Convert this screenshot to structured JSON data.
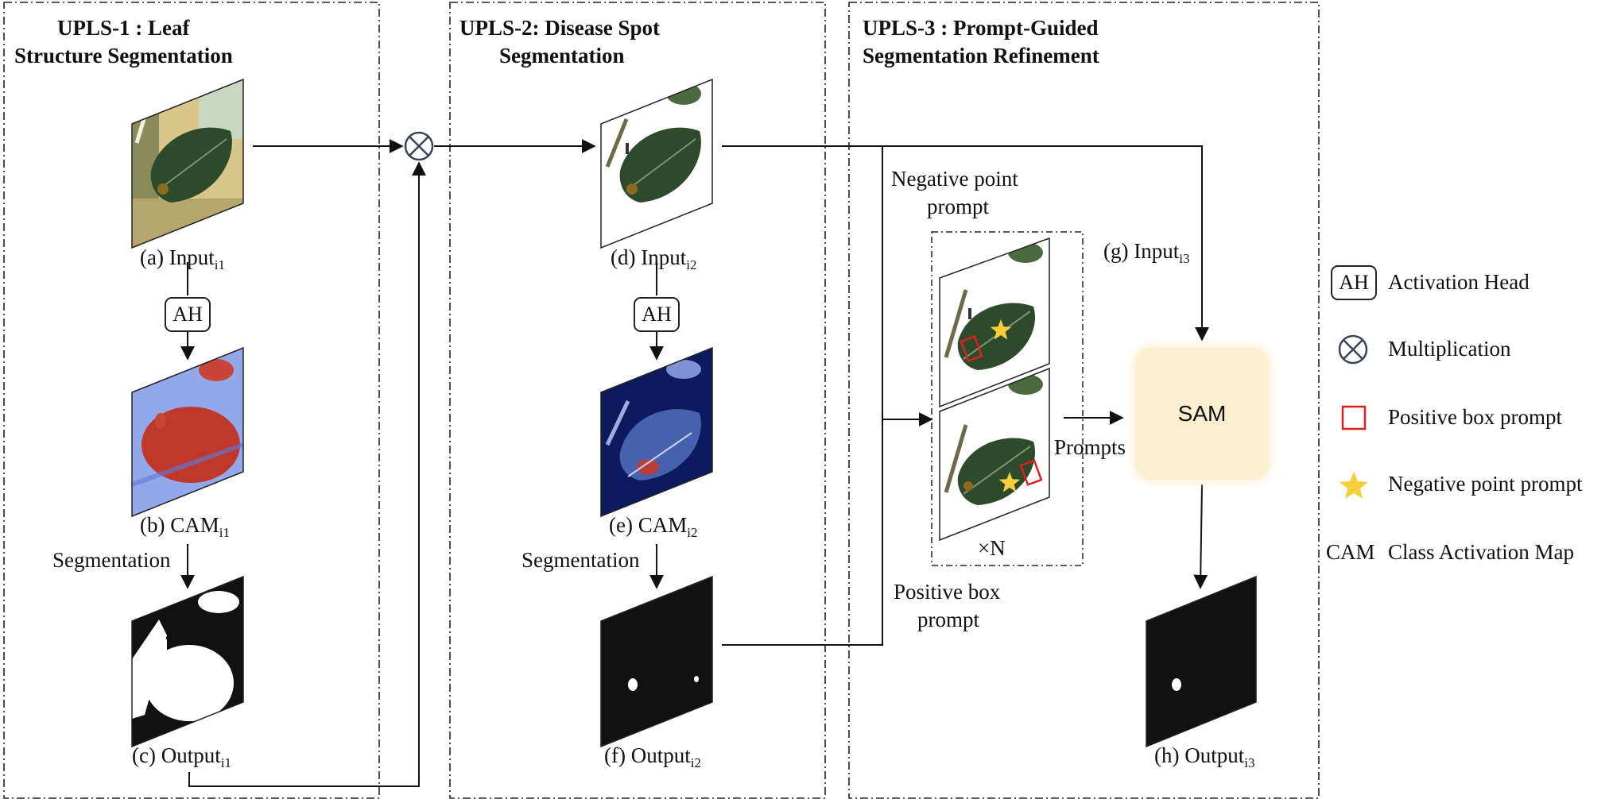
{
  "panels": {
    "upls1": {
      "title_line1": "UPLS-1 : Leaf",
      "title_line2": "Structure Segmentation"
    },
    "upls2": {
      "title_line1": "UPLS-2: Disease Spot",
      "title_line2": "Segmentation"
    },
    "upls3": {
      "title_line1": "UPLS-3 : Prompt-Guided",
      "title_line2": "Segmentation Refinement"
    }
  },
  "labels": {
    "a": {
      "prefix": "(a) Input",
      "sub": "i1"
    },
    "b": {
      "prefix": "(b) CAM",
      "sub": "i1"
    },
    "c": {
      "prefix": "(c) Output",
      "sub": "i1"
    },
    "d": {
      "prefix": "(d) Input",
      "sub": "i2"
    },
    "e": {
      "prefix": "(e) CAM",
      "sub": "i2"
    },
    "f": {
      "prefix": "(f) Output",
      "sub": "i2"
    },
    "g": {
      "prefix": "(g) Input",
      "sub": "i3"
    },
    "h": {
      "prefix": "(h) Output",
      "sub": "i3"
    }
  },
  "nodes": {
    "ah": "AH",
    "segmentation": "Segmentation",
    "sam": "SAM",
    "prompts": "Prompts",
    "times_n": "×N",
    "negative_point_line1": "Negative point",
    "negative_point_line2": "prompt",
    "positive_box_line1": "Positive box",
    "positive_box_line2": "prompt"
  },
  "legend": {
    "ah_symbol": "AH",
    "ah_text": "Activation Head",
    "mult_text": "Multiplication",
    "box_text": "Positive box prompt",
    "star_text": "Negative point prompt",
    "cam_symbol": "CAM",
    "cam_text": "Class Activation Map"
  },
  "colors": {
    "box_prompt": "#e02020",
    "star_prompt": "#f7cf3a",
    "sam_fill": "#fcefcf",
    "leaf_green": "#2d4a2a",
    "cam_red": "#c0382c",
    "cam_blue": "#5e78d8",
    "cam2_navy": "#0d1a5e"
  }
}
